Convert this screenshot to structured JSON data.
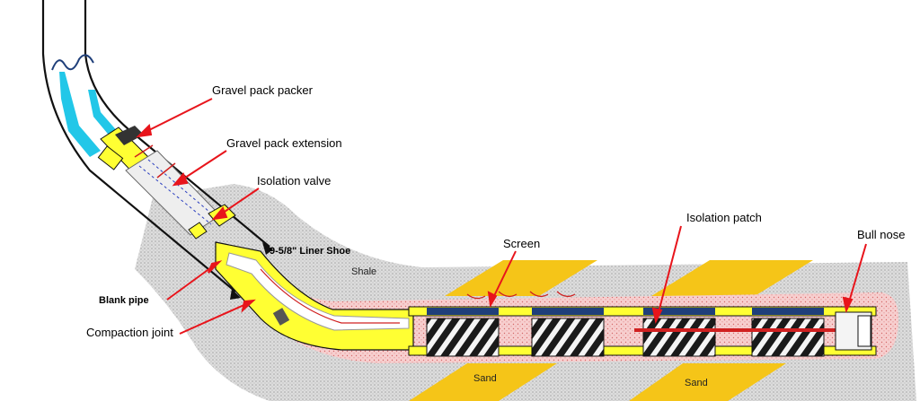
{
  "labels": {
    "gravel_pack_packer": "Gravel pack packer",
    "gravel_pack_extension": "Gravel pack extension",
    "isolation_valve": "Isolation valve",
    "liner_shoe": "9-5/8\" Liner Shoe",
    "shale": "Shale",
    "blank_pipe": "Blank pipe",
    "compaction_joint": "Compaction joint",
    "screen": "Screen",
    "isolation_patch": "Isolation patch",
    "bull_nose": "Bull nose",
    "sand_1": "Sand",
    "sand_2": "Sand"
  },
  "colors": {
    "callout_arrow": "#e8141b",
    "sand_stripe": "#f5c518",
    "gravel_pack": "#f2b8b8",
    "pipe_yellow": "#ffff33",
    "fluid_cyan": "#22c7e8",
    "shale_grey": "#c8c8c8"
  }
}
